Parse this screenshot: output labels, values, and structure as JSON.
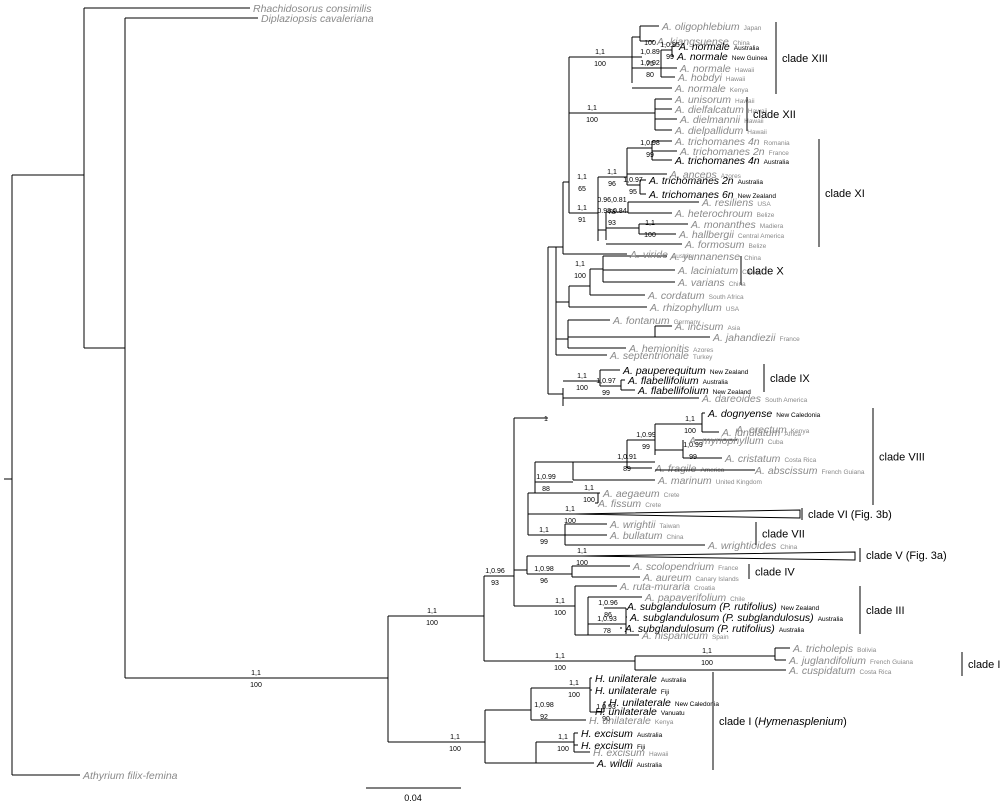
{
  "scale_bar": {
    "label": "0.04"
  },
  "tips": [
    {
      "id": "rhach",
      "name": "Rhachidosorus consimilis",
      "loc": "",
      "gray": true
    },
    {
      "id": "dipla",
      "name": "Diplaziopsis cavaleriana",
      "loc": "",
      "gray": true
    },
    {
      "id": "athyr",
      "name": "Athyrium filix-femina",
      "loc": "",
      "gray": true
    },
    {
      "id": "olig",
      "name": "A. oligophlebium",
      "loc": "Japan",
      "gray": true
    },
    {
      "id": "kiang",
      "name": "A. kiangsuense",
      "loc": "China",
      "gray": true
    },
    {
      "id": "normAus",
      "name": "A. normale",
      "loc": "Australia",
      "gray": false
    },
    {
      "id": "normNG",
      "name": "A. normale",
      "loc": "New Guinea",
      "gray": false
    },
    {
      "id": "normHaw",
      "name": "A. normale",
      "loc": "Hawaii",
      "gray": true
    },
    {
      "id": "hobdyi",
      "name": "A. hobdyi",
      "loc": "Hawaii",
      "gray": true
    },
    {
      "id": "normKen",
      "name": "A. normale",
      "loc": "Kenya",
      "gray": true
    },
    {
      "id": "unis",
      "name": "A. unisorum",
      "loc": "Hawaii",
      "gray": true
    },
    {
      "id": "dielf",
      "name": "A. dielfalcatum",
      "loc": "Hawaii",
      "gray": true
    },
    {
      "id": "dielm",
      "name": "A. dielmannii",
      "loc": "Hawaii",
      "gray": true
    },
    {
      "id": "dielp",
      "name": "A. dielpallidum",
      "loc": "Hawaii",
      "gray": true
    },
    {
      "id": "tri4r",
      "name": "A. trichomanes 4n",
      "loc": "Romania",
      "gray": true
    },
    {
      "id": "tri2f",
      "name": "A. trichomanes 2n",
      "loc": "France",
      "gray": true
    },
    {
      "id": "tri4a",
      "name": "A. trichomanes 4n",
      "loc": "Australia",
      "gray": false
    },
    {
      "id": "anceps",
      "name": "A. anceps",
      "loc": "Azores",
      "gray": true
    },
    {
      "id": "tri2a",
      "name": "A. trichomanes 2n",
      "loc": "Australia",
      "gray": false
    },
    {
      "id": "tri6n",
      "name": "A. trichomanes 6n",
      "loc": "New Zealand",
      "gray": false
    },
    {
      "id": "resil",
      "name": "A. resiliens",
      "loc": "USA",
      "gray": true
    },
    {
      "id": "heter",
      "name": "A. heterochroum",
      "loc": "Belize",
      "gray": true
    },
    {
      "id": "monan",
      "name": "A. monanthes",
      "loc": "Madiera",
      "gray": true
    },
    {
      "id": "hallb",
      "name": "A. hallbergii",
      "loc": "Central America",
      "gray": true
    },
    {
      "id": "formo",
      "name": "A. formosum",
      "loc": "Belize",
      "gray": true
    },
    {
      "id": "virid",
      "name": "A. viride",
      "loc": "Austria",
      "gray": true
    },
    {
      "id": "yunn",
      "name": "A. yunnanense",
      "loc": "China",
      "gray": true
    },
    {
      "id": "lacin",
      "name": "A. laciniatum",
      "loc": "China",
      "gray": true
    },
    {
      "id": "varia",
      "name": "A. varians",
      "loc": "China",
      "gray": true
    },
    {
      "id": "corda",
      "name": "A. cordatum",
      "loc": "South Africa",
      "gray": true
    },
    {
      "id": "rhizo",
      "name": "A. rhizophyllum",
      "loc": "USA",
      "gray": true
    },
    {
      "id": "fonta",
      "name": "A. fontanum",
      "loc": "Germany",
      "gray": true
    },
    {
      "id": "incis",
      "name": "A. incisum",
      "loc": "Asia",
      "gray": true
    },
    {
      "id": "jahan",
      "name": "A. jahandiezii",
      "loc": "France",
      "gray": true
    },
    {
      "id": "hemio",
      "name": "A. hemionitis",
      "loc": "Azores",
      "gray": true
    },
    {
      "id": "septe",
      "name": "A. septentrionale",
      "loc": "Turkey",
      "gray": true
    },
    {
      "id": "paupe",
      "name": "A. pauperequitum",
      "loc": "New Zealand",
      "gray": false
    },
    {
      "id": "flabA",
      "name": "A. flabellifolium",
      "loc": "Australia",
      "gray": false
    },
    {
      "id": "flabN",
      "name": "A. flabellifolium",
      "loc": "New Zealand",
      "gray": false
    },
    {
      "id": "dareo",
      "name": "A. dareoides",
      "loc": "South America",
      "gray": true
    },
    {
      "id": "dogny",
      "name": "A. dognyense",
      "loc": "New Caledonia",
      "gray": false
    },
    {
      "id": "lunul",
      "name": "A. lunulatum",
      "loc": "Africa",
      "gray": true
    },
    {
      "id": "erect",
      "name": "A. erectum",
      "loc": "Kenya",
      "gray": true
    },
    {
      "id": "myrio",
      "name": "A. myriophyllum",
      "loc": "Cuba",
      "gray": true
    },
    {
      "id": "crist",
      "name": "A. cristatum",
      "loc": "Costa Rica",
      "gray": true
    },
    {
      "id": "fragi",
      "name": "A. fragile",
      "loc": "America",
      "gray": true
    },
    {
      "id": "absci",
      "name": "A. abscissum",
      "loc": "French Guiana",
      "gray": true
    },
    {
      "id": "marin",
      "name": "A. marinum",
      "loc": "United Kingdom",
      "gray": true
    },
    {
      "id": "aegae",
      "name": "A. aegaeum",
      "loc": "Crete",
      "gray": true
    },
    {
      "id": "fissu",
      "name": "A. fissum",
      "loc": "Crete",
      "gray": true
    },
    {
      "id": "wrigh",
      "name": "A. wrightii",
      "loc": "Taiwan",
      "gray": true
    },
    {
      "id": "bulla",
      "name": "A. bullatum",
      "loc": "China",
      "gray": true
    },
    {
      "id": "wrigo",
      "name": "A. wrightioides",
      "loc": "China",
      "gray": true
    },
    {
      "id": "scolo",
      "name": "A. scolopendrium",
      "loc": "France",
      "gray": true
    },
    {
      "id": "aureu",
      "name": "A. aureum",
      "loc": "Canary Islands",
      "gray": true
    },
    {
      "id": "rutam",
      "name": "A. ruta-muraria",
      "loc": "Croatia",
      "gray": true
    },
    {
      "id": "papav",
      "name": "A. papaverifolium",
      "loc": "Chile",
      "gray": true
    },
    {
      "id": "subg1",
      "name": "A. subglandulosum (P. rutifolius)",
      "loc": "New Zealand",
      "gray": false
    },
    {
      "id": "subg2",
      "name": "A. subglandulosum (P. subglandulosus)",
      "loc": "Australia",
      "gray": false
    },
    {
      "id": "subg3",
      "name": "A. subglandulosum (P. rutifolius)",
      "loc": "Australia",
      "gray": false
    },
    {
      "id": "hispa",
      "name": "A. hispanicum",
      "loc": "Spain",
      "gray": true
    },
    {
      "id": "trich",
      "name": "A. tricholepis",
      "loc": "Bolivia",
      "gray": true
    },
    {
      "id": "jugla",
      "name": "A. juglandifolium",
      "loc": "French Guiana",
      "gray": true
    },
    {
      "id": "cuspi",
      "name": "A. cuspidatum",
      "loc": "Costa Rica",
      "gray": true
    },
    {
      "id": "hunAu",
      "name": "H. unilaterale",
      "loc": "Australia",
      "gray": false
    },
    {
      "id": "hunFi",
      "name": "H. unilaterale",
      "loc": "Fiji",
      "gray": false
    },
    {
      "id": "hunNC",
      "name": "H. unilaterale",
      "loc": "New Caledonia",
      "gray": false
    },
    {
      "id": "hunVa",
      "name": "H. unilaterale",
      "loc": "Vanuatu",
      "gray": false
    },
    {
      "id": "hunKe",
      "name": "H. unilaterale",
      "loc": "Kenya",
      "gray": true
    },
    {
      "id": "hexAu",
      "name": "H. excisum",
      "loc": "Australia",
      "gray": false
    },
    {
      "id": "hexFi",
      "name": "H. excisum",
      "loc": "Fiji",
      "gray": false
    },
    {
      "id": "hexHa",
      "name": "H. excisum",
      "loc": "Hawaii",
      "gray": true
    },
    {
      "id": "wildi",
      "name": "A. wildii",
      "loc": "Australia",
      "gray": false
    }
  ],
  "support_labels": [
    {
      "id": "n_xiii",
      "top": "1,1",
      "bottom": "100"
    },
    {
      "id": "n_olig",
      "top": "",
      "bottom": "100"
    },
    {
      "id": "n_norm",
      "top": "1,0.89",
      "bottom": "75"
    },
    {
      "id": "n_normB",
      "top": "1,0.95",
      "bottom": "99"
    },
    {
      "id": "n_hob",
      "top": "1,0.92",
      "bottom": "80"
    },
    {
      "id": "n_xii",
      "top": "1,1",
      "bottom": "100"
    },
    {
      "id": "n_tri",
      "top": "1,0.98",
      "bottom": "99"
    },
    {
      "id": "n_trian",
      "top": "1,1",
      "bottom": "96"
    },
    {
      "id": "n_tri2a",
      "top": "1,0.97",
      "bottom": "95"
    },
    {
      "id": "n_xi",
      "top": "1,1",
      "bottom": "91"
    },
    {
      "id": "n_xiviride",
      "top": "1,1",
      "bottom": "65"
    },
    {
      "id": "n_res",
      "top": "0.96,0.81",
      "bottom": "78"
    },
    {
      "id": "n_het",
      "top": "0.98,0.84",
      "bottom": "93"
    },
    {
      "id": "n_mon",
      "top": "1,1",
      "bottom": "100"
    },
    {
      "id": "n_x",
      "top": "1,1",
      "bottom": "100"
    },
    {
      "id": "n_ix",
      "top": "1,1",
      "bottom": "100"
    },
    {
      "id": "n_flab",
      "top": "1,0.97",
      "bottom": "99"
    },
    {
      "id": "n_big",
      "top": "1",
      "bottom": ""
    },
    {
      "id": "n_dog",
      "top": "1,1",
      "bottom": "100"
    },
    {
      "id": "n_dogc",
      "top": "1,0.99",
      "bottom": "99"
    },
    {
      "id": "n_myr",
      "top": "1,0.99",
      "bottom": "99"
    },
    {
      "id": "n_frag",
      "top": "1,0.91",
      "bottom": "89"
    },
    {
      "id": "n_absc",
      "top": "1,1",
      "bottom": "100"
    },
    {
      "id": "n_viii",
      "top": "1,0.99",
      "bottom": "88"
    },
    {
      "id": "n_aeg",
      "top": "1,1",
      "bottom": "100"
    },
    {
      "id": "n_vi",
      "top": "1,1",
      "bottom": "100"
    },
    {
      "id": "n_vii",
      "top": "1,1",
      "bottom": "99"
    },
    {
      "id": "n_v",
      "top": "1,1",
      "bottom": "100"
    },
    {
      "id": "n_iv",
      "top": "1,0.98",
      "bottom": "96"
    },
    {
      "id": "n_core",
      "top": "1,0.96",
      "bottom": "93"
    },
    {
      "id": "n_iii",
      "top": "1,1",
      "bottom": "100"
    },
    {
      "id": "n_sub",
      "top": "1,0.96",
      "bottom": "86"
    },
    {
      "id": "n_subh",
      "top": "1,0.93",
      "bottom": "78"
    },
    {
      "id": "n_ii",
      "top": "1,1",
      "bottom": "100"
    },
    {
      "id": "n_asp",
      "top": "1,1",
      "bottom": "100"
    },
    {
      "id": "n_root",
      "top": "1,1",
      "bottom": "100"
    },
    {
      "id": "n_hym",
      "top": "1,1",
      "bottom": "100"
    },
    {
      "id": "n_hun",
      "top": "1,0.98",
      "bottom": "92"
    },
    {
      "id": "n_hun2",
      "top": "1,1",
      "bottom": "100"
    },
    {
      "id": "n_hun3",
      "top": "1,0.93",
      "bottom": "90"
    },
    {
      "id": "n_hex",
      "top": "1,1",
      "bottom": "100"
    }
  ],
  "clade_labels": [
    {
      "id": "xiii",
      "text": "clade XIII"
    },
    {
      "id": "xii",
      "text": "clade XII"
    },
    {
      "id": "xi",
      "text": "clade XI"
    },
    {
      "id": "x",
      "text": "clade X"
    },
    {
      "id": "ix",
      "text": "clade IX"
    },
    {
      "id": "viii",
      "text": "clade VIII"
    },
    {
      "id": "vi",
      "text": "clade VI  (Fig. 3b)"
    },
    {
      "id": "vii",
      "text": "clade VII"
    },
    {
      "id": "v",
      "text": "clade V  (Fig. 3a)"
    },
    {
      "id": "iv",
      "text": "clade IV"
    },
    {
      "id": "iii",
      "text": "clade III"
    },
    {
      "id": "ii",
      "text": "clade II"
    },
    {
      "id": "i",
      "text": "clade I (",
      "italic": "Hymenasplenium",
      "close": ")"
    }
  ]
}
